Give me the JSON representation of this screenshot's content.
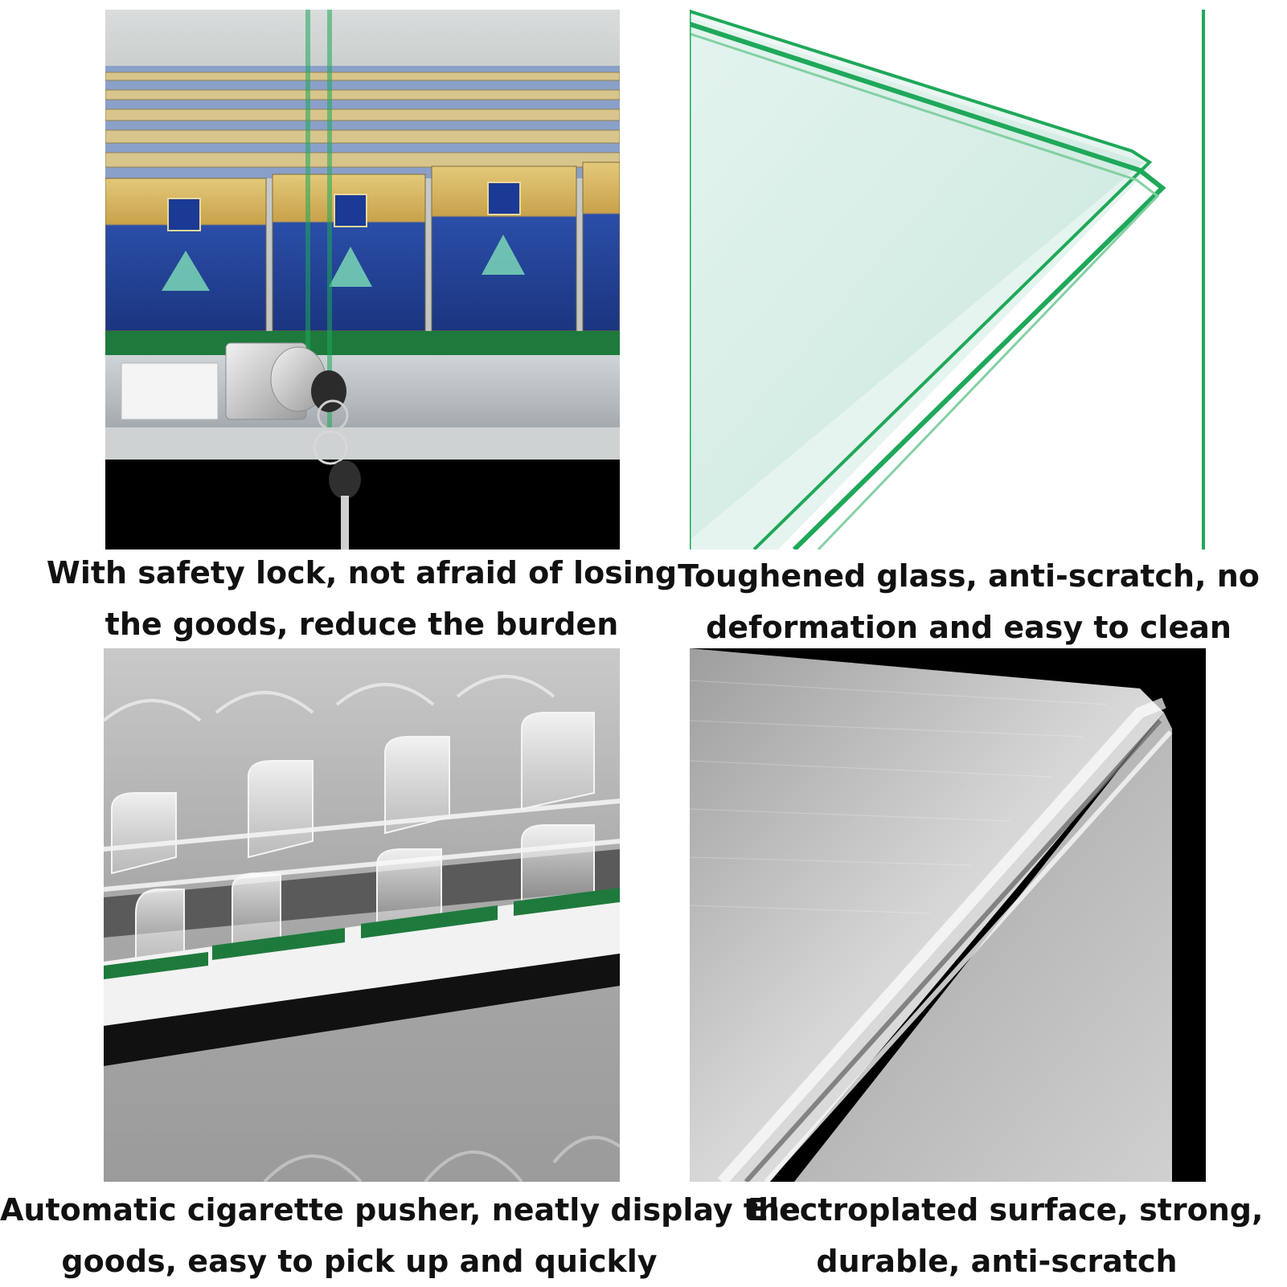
{
  "captions": {
    "lock": {
      "line1": "With safety lock, not afraid of losing",
      "line2": "the goods, reduce the burden"
    },
    "glass": {
      "line1": "Toughened glass, anti-scratch, no",
      "line2": "deformation and easy to clean"
    },
    "pusher": {
      "line1": "Automatic cigarette pusher, neatly display the",
      "line2": "goods, easy to pick up and quickly"
    },
    "surface": {
      "line1": "Electroplated surface, strong,",
      "line2": "durable, anti-scratch"
    }
  },
  "colors": {
    "glass_edge": "#1fa85a",
    "carton_blue": "#1f3c8f",
    "carton_gold": "#c9a24a",
    "label_green": "#1e7a3c",
    "steel": "#b5b7b8"
  }
}
